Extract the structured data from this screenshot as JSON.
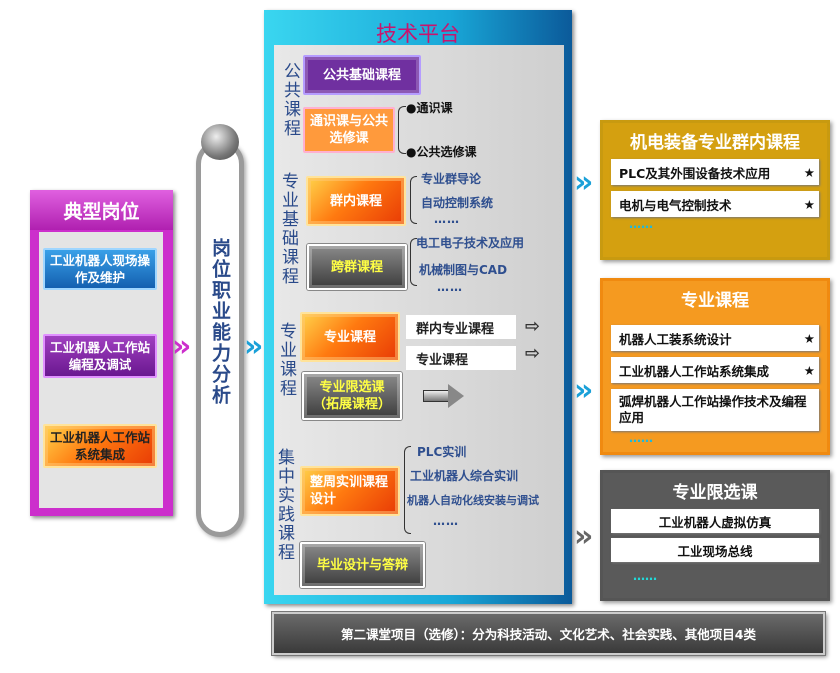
{
  "left_panel": {
    "title": "典型岗位",
    "items": [
      "工业机器人现场操作及维护",
      "工业机器人工作站编程及调试",
      "工业机器人工作站系统集成"
    ]
  },
  "analysis": {
    "label": "岗位职业能力分析"
  },
  "platform": {
    "title": "技术平台",
    "public": {
      "label": "公共课程",
      "basic": "公共基础课程",
      "general": "通识课与公共选修课",
      "general_items": [
        "●通识课",
        "●公共选修课"
      ]
    },
    "foundation": {
      "label": "专业基础课程",
      "inner": "群内课程",
      "inner_items": [
        "专业群导论",
        "自动控制系统",
        "……"
      ],
      "cross": "跨群课程",
      "cross_items": [
        "电工电子技术及应用",
        "机械制图与CAD",
        "……"
      ]
    },
    "major": {
      "label": "专业课程",
      "course": "专业课程",
      "course_items": [
        "群内专业课程",
        "专业课程"
      ],
      "elective": "专业限选课（拓展课程）"
    },
    "practice": {
      "label": "集中实践课程",
      "weekly": "整周实训课程设计",
      "weekly_items": [
        "PLC实训",
        "工业机器人综合实训",
        "机器人自动化线安装与调试",
        "……"
      ],
      "graduation": "毕业设计与答辩"
    }
  },
  "right": {
    "group": {
      "title": "机电装备专业群内课程",
      "items": [
        "PLC及其外围设备技术应用",
        "电机与电气控制技术"
      ],
      "stars": [
        "★",
        "★"
      ],
      "more": "……"
    },
    "major": {
      "title": "专业课程",
      "items": [
        "机器人工装系统设计",
        "工业机器人工作站系统集成",
        "弧焊机器人工作站操作技术及编程应用"
      ],
      "stars": [
        "★",
        "★"
      ],
      "more": "……"
    },
    "elective": {
      "title": "专业限选课",
      "items": [
        "工业机器人虚拟仿真",
        "工业现场总线"
      ],
      "more": "……"
    }
  },
  "footer": "第二课堂项目（选修）：分为科技活动、文化艺术、社会实践、其他项目4类",
  "colors": {
    "magenta": "#cc2fcc",
    "cyan": "#19c4e6",
    "gold": "#d4a010",
    "orange": "#f59a20",
    "gray": "#5a5a5a"
  }
}
